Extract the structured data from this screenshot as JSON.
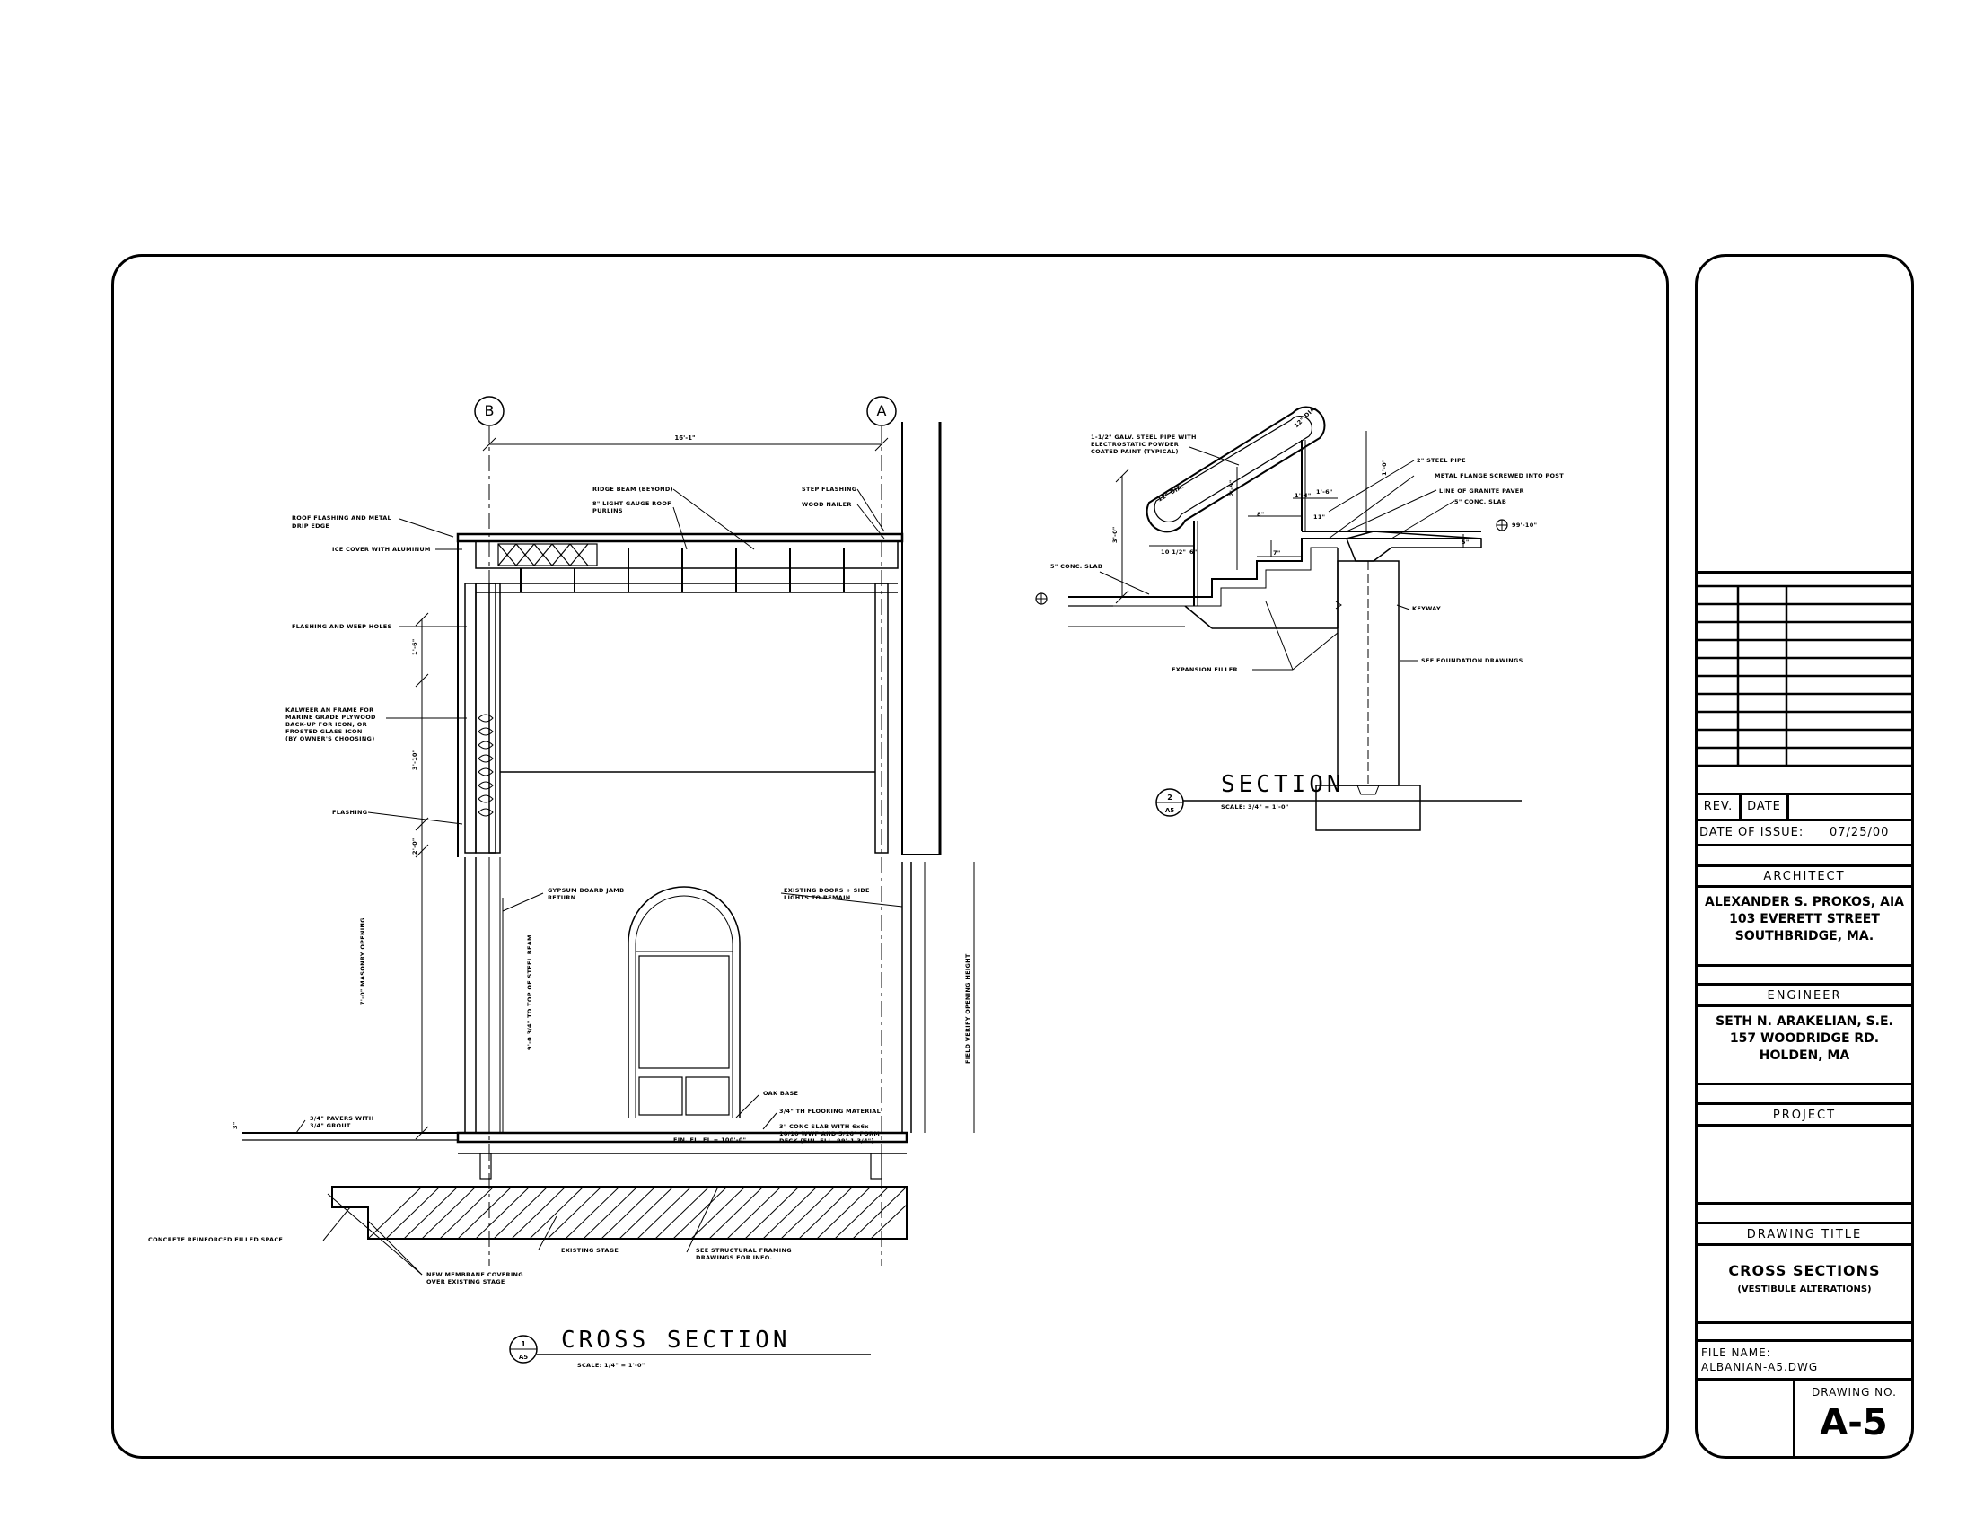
{
  "cross_section": {
    "title": "CROSS SECTION",
    "scale": "SCALE: 1/4\" = 1'-0\"",
    "detail_num": "1",
    "sheet_ref": "A5",
    "grid_b": "B",
    "grid_a": "A",
    "span_dim": "16'-1\"",
    "notes": {
      "roof_flashing": "ROOF FLASHING AND METAL",
      "drip_edge": "DRIP EDGE",
      "ice_cover": "ICE COVER WITH ALUMINUM",
      "flashing_weep": "FLASHING AND WEEP HOLES",
      "frame_1": "KALWEER AN FRAME FOR",
      "frame_2": "MARINE GRADE PLYWOOD",
      "frame_3": "BACK-UP FOR ICON, OR",
      "frame_4": "FROSTED GLASS ICON",
      "frame_5": "(BY OWNER'S CHOOSING)",
      "flashing": "FLASHING",
      "ridge_beam": "RIDGE BEAM (BEYOND)",
      "light_gauge_1": "8\" LIGHT GAUGE ROOF",
      "light_gauge_2": "PURLINS",
      "step_flashing": "STEP FLASHING",
      "wood_nailer": "WOOD NAILER",
      "gypsum_1": "GYPSUM BOARD JAMB",
      "gypsum_2": "RETURN",
      "existing_doors_1": "EXISTING DOORS + SIDE",
      "existing_doors_2": "LIGHTS TO REMAIN",
      "oak_base": "OAK BASE",
      "flooring": "3/4\" TH FLOORING MATERIAL",
      "conc_slab_1": "3\" CONC SLAB WITH 6x6x",
      "conc_slab_2": "10/10 WWF AND 5/16\" FORM",
      "conc_slab_3": "DECK (FIN. ELL. 99'-1 3/4\")",
      "fin_fl": "FIN. FL. EL = 100'-0\"",
      "pavers_1": "3/4\" PAVERS WITH",
      "pavers_2": "3/4\" GROUT",
      "concrete_filled": "CONCRETE REINFORCED FILLED SPACE",
      "existing_stage": "EXISTING STAGE",
      "structural_1": "SEE STRUCTURAL FRAMING",
      "structural_2": "DRAWINGS FOR INFO.",
      "membrane_1": "NEW MEMBRANE COVERING",
      "membrane_2": "OVER EXISTING STAGE",
      "masonry_opening": "7'-0\" MASONRY OPENING",
      "steel_beam": "9'-0 3/4\" TO TOP OF STEEL BEAM",
      "field_verify": "FIELD VERIFY OPENING HEIGHT",
      "dim_1_6": "1'-6\"",
      "dim_3_10": "3'-10\"",
      "dim_2_0": "2'-0\"",
      "dim_3": "3\""
    }
  },
  "section": {
    "title": "SECTION",
    "scale": "SCALE: 3/4\" = 1'-0\"",
    "detail_num": "2",
    "sheet_ref": "A5",
    "notes": {
      "pipe_1": "1-1/2\" GALV. STEEL PIPE WITH",
      "pipe_2": "ELECTROSTATIC POWDER",
      "pipe_3": "COATED PAINT (TYPICAL)",
      "steel_pipe": "2\" STEEL PIPE",
      "metal_flange": "METAL FLANGE SCREWED INTO POST",
      "granite": "LINE OF GRANITE PAVER",
      "conc_slab_5": "5\" CONC. SLAB",
      "conc_slab_5b": "5\" CONC. SLAB",
      "keyway": "KEYWAY",
      "foundation": "SEE FOUNDATION DRAWINGS",
      "expansion": "EXPANSION FILLER",
      "elev": "99'-10\"",
      "dia_1": "12\" DIA.",
      "dia_2": "12\" DIA.",
      "dim_3_0": "3'-0\"",
      "dim_2_9": "2'-9\"",
      "dim_1_0": "1'-0\"",
      "dim_10": "10 1/2\"",
      "dim_6": "6\"",
      "dim_8": "8\"",
      "dim_11": "11\"",
      "dim_1_6": "1'-6\"",
      "dim_14": "1'-4\"",
      "dim_7": "7\"",
      "dim_5": "5\""
    }
  },
  "title_block": {
    "rev_label": "REV.",
    "date_label": "DATE",
    "issue_label": "DATE OF ISSUE:",
    "issue_date": "07/25/00",
    "architect_label": "ARCHITECT",
    "architect_name": "ALEXANDER S. PROKOS, AIA",
    "architect_addr1": "103 EVERETT STREET",
    "architect_addr2": "SOUTHBRIDGE, MA.",
    "engineer_label": "ENGINEER",
    "engineer_name": "SETH N. ARAKELIAN, S.E.",
    "engineer_addr1": "157 WOODRIDGE RD.",
    "engineer_addr2": "HOLDEN, MA",
    "project_label": "PROJECT",
    "drawing_title_label": "DRAWING TITLE",
    "drawing_title": "CROSS SECTIONS",
    "drawing_subtitle": "(VESTIBULE ALTERATIONS)",
    "file_name_label": "FILE NAME:",
    "file_name": "ALBANIAN-A5.DWG",
    "drawing_no_label": "DRAWING NO.",
    "drawing_no": "A-5"
  }
}
